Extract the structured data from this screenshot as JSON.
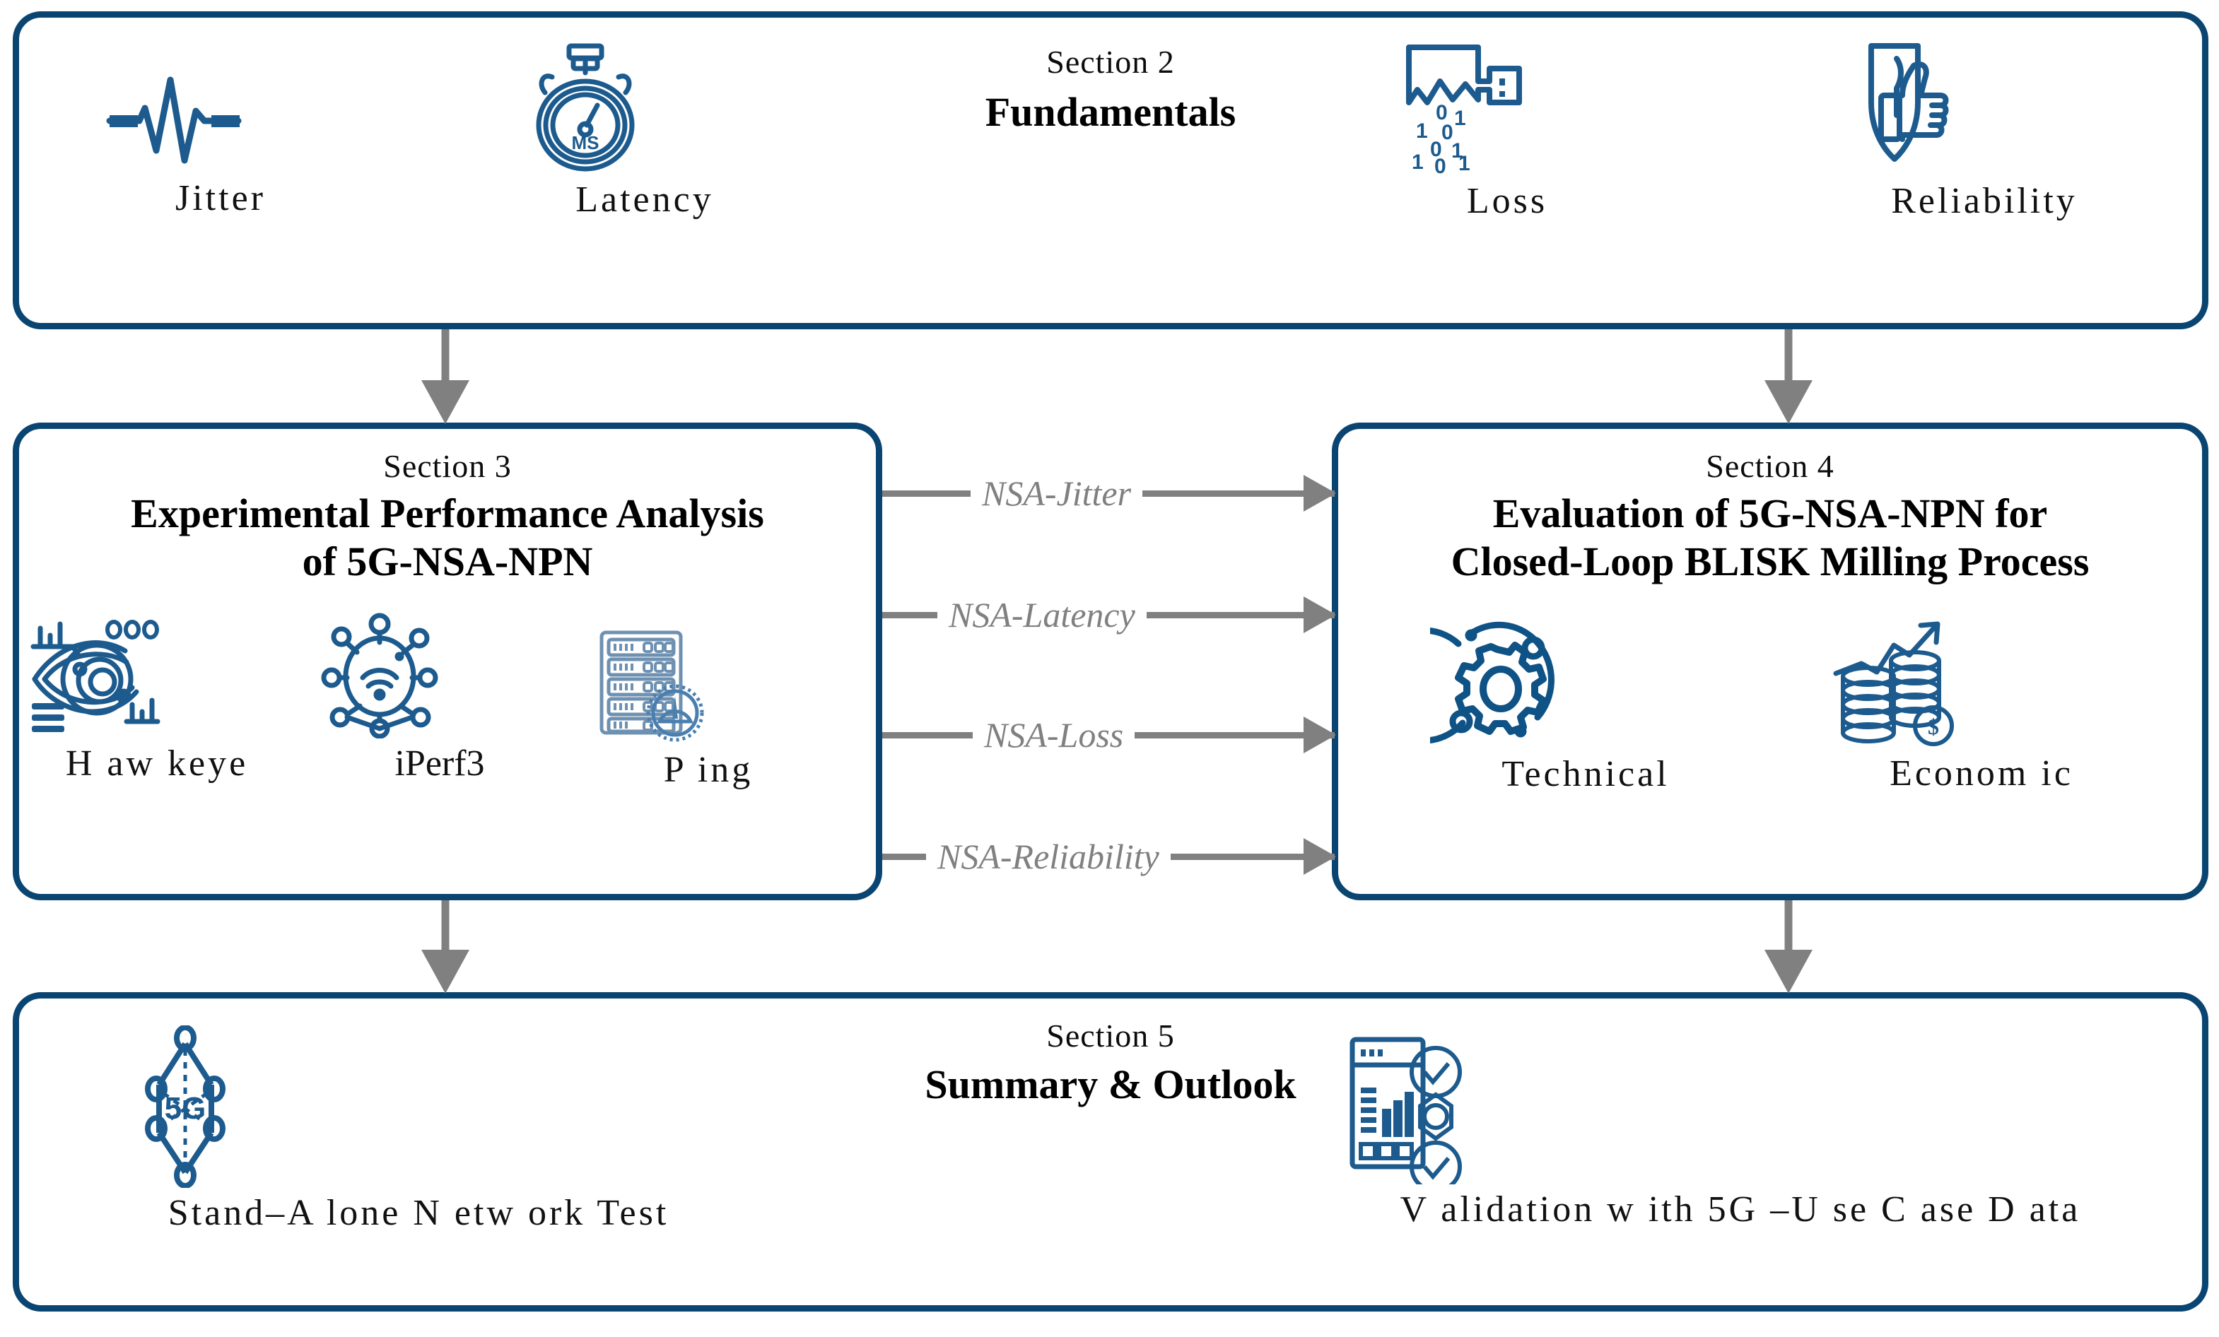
{
  "theme": {
    "accent": "#0a4572",
    "arrow": "#808080",
    "text": "#000000",
    "background": "#ffffff"
  },
  "sections": {
    "fundamentals": {
      "kicker": "Section 2",
      "title": "Fundamentals",
      "items": [
        {
          "label": "Jitter",
          "icon": "jitter-waveform-icon"
        },
        {
          "label": "Latency",
          "icon": "stopwatch-ms-icon"
        },
        {
          "label": "Loss",
          "icon": "usb-binary-loss-icon"
        },
        {
          "label": "Reliability",
          "icon": "shield-thumbs-up-icon"
        }
      ]
    },
    "experimental": {
      "kicker": "Section 3",
      "title_line1": "Experimental Performance Analysis",
      "title_line2": "of 5G-NSA-NPN",
      "items": [
        {
          "label": "H aw keye",
          "icon": "eye-analytics-icon"
        },
        {
          "label": "iPerf3",
          "icon": "wifi-network-nodes-icon"
        },
        {
          "label": "P ing",
          "icon": "server-rack-gauge-icon"
        }
      ]
    },
    "evaluation": {
      "kicker": "Section 4",
      "title_line1": "Evaluation of 5G-NSA-NPN for",
      "title_line2": "Closed-Loop BLISK Milling Process",
      "items": [
        {
          "label": "Technical",
          "icon": "gear-process-icon"
        },
        {
          "label": "Econom ic",
          "icon": "coins-growth-icon"
        }
      ]
    },
    "summary": {
      "kicker": "Section 5",
      "title": "Summary & Outlook",
      "items": [
        {
          "label": "Stand–A lone N etw ork Test",
          "icon": "5g-mesh-node-icon"
        },
        {
          "label": "V alidation w ith 5G –U se C ase D ata",
          "icon": "dashboard-validation-icon"
        }
      ]
    }
  },
  "connectors": {
    "labelled": [
      {
        "label": "NSA-Jitter"
      },
      {
        "label": "NSA-Latency"
      },
      {
        "label": "NSA-Loss"
      },
      {
        "label": "NSA-Reliability"
      }
    ],
    "vertical": [
      {
        "name": "fundamentals-to-experimental"
      },
      {
        "name": "fundamentals-to-evaluation"
      },
      {
        "name": "experimental-to-summary"
      },
      {
        "name": "evaluation-to-summary"
      }
    ]
  }
}
